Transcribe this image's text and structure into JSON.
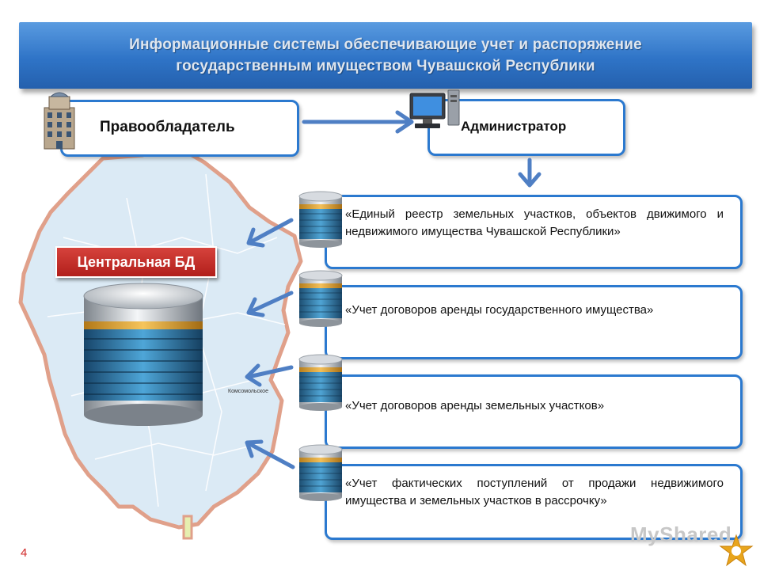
{
  "header": {
    "line1": "Информационные системы обеспечивающие учет и распоряжение",
    "line2": "государственным имуществом Чувашской Республики"
  },
  "owner": {
    "label": "Правообладатель",
    "icon": "building-icon"
  },
  "admin": {
    "label": "Администратор",
    "icon": "computer-icon"
  },
  "central_db": {
    "label": "Центральная БД",
    "icon": "database-icon"
  },
  "systems": [
    {
      "text": "«Единый реестр земельных участков, объектов движимого и недвижимого имущества Чувашской Республики»"
    },
    {
      "text": "«Учет договоров аренды государственного имущества»"
    },
    {
      "text": "«Учет договоров аренды земельных участков»"
    },
    {
      "text": "«Учет фактических поступлений от продажи недвижимого имущества и земельных участков в рассрочку»"
    }
  ],
  "map_label": "Комсомольское",
  "page_number": "4",
  "watermark": "MyShared",
  "colors": {
    "header_blue": "#2f74c7",
    "box_border": "#2b79cf",
    "arrow_blue": "#4f7fc4",
    "db_tag_red": "#c4302b",
    "map_fill": "#dbeaf5",
    "map_border": "#e0a08a"
  }
}
